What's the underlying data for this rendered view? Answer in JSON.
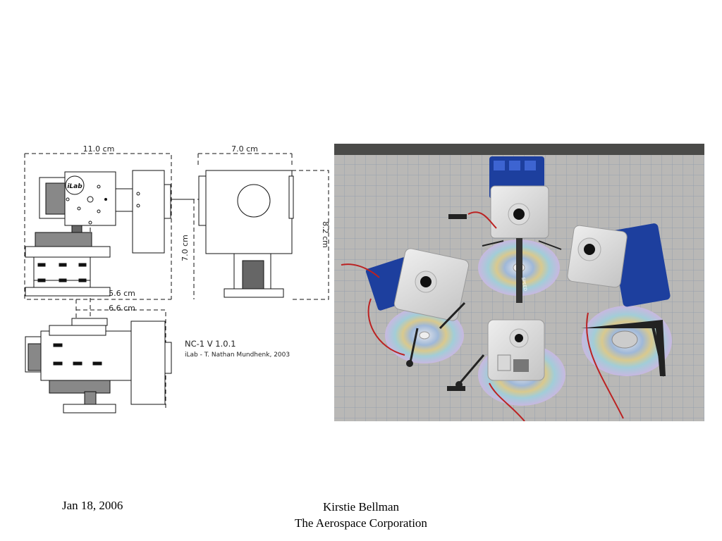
{
  "drawing": {
    "dimensions": {
      "width_top": "11.0 cm",
      "width_front": "7.0 cm",
      "height_side": "7.0 cm",
      "height_front": "8.2 cm",
      "width_mid": "5.6 cm",
      "width_lower": "6.6 cm"
    },
    "logo_text": "iLab",
    "model": "NC-1 V 1.0.1",
    "credit": "iLab - T. Nathan Mundhenk, 2003"
  },
  "photo": {
    "camera_label": "SPEED"
  },
  "footer": {
    "date": "Jan 18, 2006",
    "author": "Kirstie Bellman",
    "organization": "The Aerospace Corporation"
  }
}
